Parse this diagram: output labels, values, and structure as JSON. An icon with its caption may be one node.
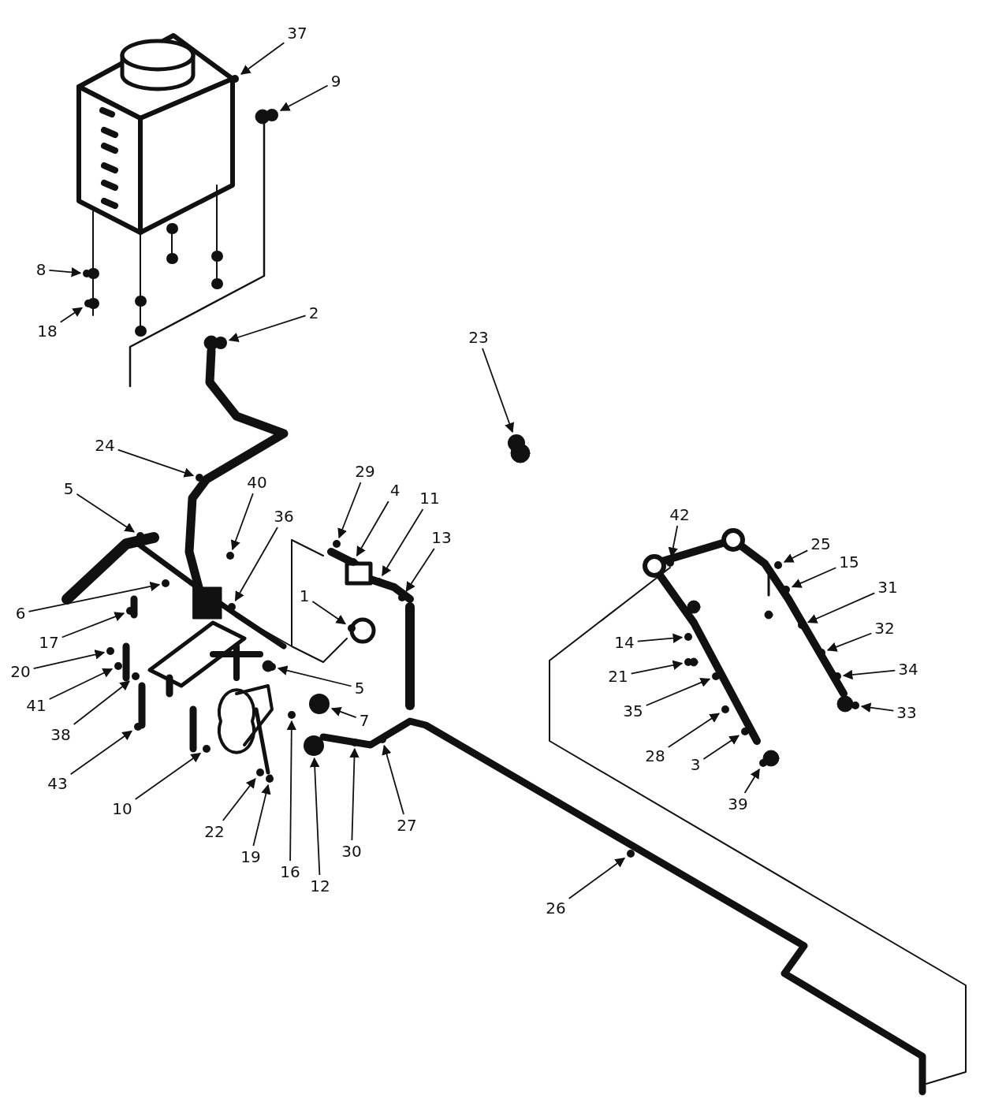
{
  "diagram": {
    "nodes": [
      {
        "text": [
          "37"
        ]
      },
      {
        "text": [
          "9"
        ]
      },
      {
        "text": [
          "8"
        ]
      },
      {
        "text": [
          "18"
        ]
      },
      {
        "text": [
          "2"
        ]
      },
      {
        "text": [
          "23"
        ]
      },
      {
        "text": [
          "24"
        ]
      },
      {
        "text": [
          "5"
        ]
      },
      {
        "text": [
          "40"
        ]
      },
      {
        "text": [
          "36"
        ]
      },
      {
        "text": [
          "29"
        ]
      },
      {
        "text": [
          "4"
        ]
      },
      {
        "text": [
          "11"
        ]
      },
      {
        "text": [
          "13"
        ]
      },
      {
        "text": [
          "42"
        ]
      },
      {
        "text": [
          "25"
        ]
      },
      {
        "text": [
          "15"
        ]
      },
      {
        "text": [
          "6"
        ]
      },
      {
        "text": [
          "1"
        ]
      },
      {
        "text": [
          "31"
        ]
      },
      {
        "text": [
          "17"
        ]
      },
      {
        "text": [
          "14"
        ]
      },
      {
        "text": [
          "32"
        ]
      },
      {
        "text": [
          "20"
        ]
      },
      {
        "text": [
          "21"
        ]
      },
      {
        "text": [
          "5"
        ]
      },
      {
        "text": [
          "34"
        ]
      },
      {
        "text": [
          "41"
        ]
      },
      {
        "text": [
          "35"
        ]
      },
      {
        "text": [
          "7"
        ]
      },
      {
        "text": [
          "33"
        ]
      },
      {
        "text": [
          "38"
        ]
      },
      {
        "text": [
          "28"
        ]
      },
      {
        "text": [
          "3"
        ]
      },
      {
        "text": [
          "43"
        ]
      },
      {
        "text": [
          "39"
        ]
      },
      {
        "text": [
          "10"
        ]
      },
      {
        "text": [
          "22"
        ]
      },
      {
        "text": [
          "27"
        ]
      },
      {
        "text": [
          "30"
        ]
      },
      {
        "text": [
          "19"
        ]
      },
      {
        "text": [
          "16"
        ]
      },
      {
        "text": [
          "12"
        ]
      },
      {
        "text": [
          "26"
        ]
      },
      {
        "text": [],
        "shape": "circle"
      },
      {
        "text": [],
        "shape": "circle"
      },
      {
        "text": [],
        "shape": "circle"
      },
      {
        "text": [],
        "shape": "circle"
      },
      {
        "text": [],
        "shape": "circle"
      },
      {
        "text": [],
        "shape": "circle"
      },
      {
        "text": [],
        "shape": "circle"
      },
      {
        "text": [],
        "shape": "circle"
      },
      {
        "text": [],
        "shape": "circle"
      },
      {
        "text": [],
        "shape": "circle"
      },
      {
        "text": [],
        "shape": "circle"
      },
      {
        "text": [],
        "shape": "circle"
      },
      {
        "text": [],
        "shape": "circle"
      },
      {
        "text": [],
        "shape": "circle"
      },
      {
        "text": [],
        "shape": "circle"
      },
      {
        "text": [],
        "shape": "circle"
      },
      {
        "text": [],
        "shape": "circle"
      },
      {
        "text": [],
        "shape": "circle"
      },
      {
        "text": [],
        "shape": "circle"
      },
      {
        "text": [],
        "shape": "circle"
      },
      {
        "text": [],
        "shape": "circle"
      },
      {
        "text": [],
        "shape": "circle"
      },
      {
        "text": [],
        "shape": "circle"
      },
      {
        "text": [],
        "shape": "circle"
      },
      {
        "text": [],
        "shape": "circle"
      },
      {
        "text": [],
        "shape": "circle"
      },
      {
        "text": [],
        "shape": "circle"
      },
      {
        "text": [],
        "shape": "circle"
      },
      {
        "text": [],
        "shape": "circle"
      },
      {
        "text": [],
        "shape": "circle"
      },
      {
        "text": [],
        "shape": "circle"
      },
      {
        "text": [],
        "shape": "circle"
      },
      {
        "text": [],
        "shape": "circle"
      },
      {
        "text": [],
        "shape": "circle"
      },
      {
        "text": [],
        "shape": "circle"
      },
      {
        "text": [],
        "shape": "circle"
      },
      {
        "text": [],
        "shape": "circle"
      },
      {
        "text": [],
        "shape": "circle"
      },
      {
        "text": [],
        "shape": "circle"
      },
      {
        "text": [],
        "shape": "circle"
      },
      {
        "text": [],
        "shape": "circle"
      },
      {
        "text": [],
        "shape": "circle"
      },
      {
        "text": [],
        "shape": "circle"
      },
      {
        "text": [],
        "shape": "circle"
      }
    ],
    "edges": [
      {
        "from": 0,
        "to": 44,
        "arrow": "to"
      },
      {
        "from": 1,
        "to": 45,
        "arrow": "to"
      },
      {
        "from": 2,
        "to": 46,
        "arrow": "to"
      },
      {
        "from": 3,
        "to": 47,
        "arrow": "to"
      },
      {
        "from": 4,
        "to": 48,
        "arrow": "to"
      },
      {
        "from": 5,
        "to": 49,
        "arrow": "to"
      },
      {
        "from": 6,
        "to": 50,
        "arrow": "to"
      },
      {
        "from": 7,
        "to": 51,
        "arrow": "to"
      },
      {
        "from": 8,
        "to": 52,
        "arrow": "to"
      },
      {
        "from": 9,
        "to": 53,
        "arrow": "to"
      },
      {
        "from": 10,
        "to": 54,
        "arrow": "to"
      },
      {
        "from": 11,
        "to": 55,
        "arrow": "to"
      },
      {
        "from": 12,
        "to": 56,
        "arrow": "to"
      },
      {
        "from": 13,
        "to": 57,
        "arrow": "to"
      },
      {
        "from": 14,
        "to": 58,
        "arrow": "to"
      },
      {
        "from": 15,
        "to": 59,
        "arrow": "to"
      },
      {
        "from": 16,
        "to": 60,
        "arrow": "to"
      },
      {
        "from": 17,
        "to": 61,
        "arrow": "to"
      },
      {
        "from": 18,
        "to": 62,
        "arrow": "to"
      },
      {
        "from": 19,
        "to": 63,
        "arrow": "to"
      },
      {
        "from": 20,
        "to": 64,
        "arrow": "to"
      },
      {
        "from": 21,
        "to": 65,
        "arrow": "to"
      },
      {
        "from": 22,
        "to": 66,
        "arrow": "to"
      },
      {
        "from": 23,
        "to": 67,
        "arrow": "to"
      },
      {
        "from": 24,
        "to": 68,
        "arrow": "to"
      },
      {
        "from": 25,
        "to": 69,
        "arrow": "to"
      },
      {
        "from": 26,
        "to": 70,
        "arrow": "to"
      },
      {
        "from": 27,
        "to": 71,
        "arrow": "to"
      },
      {
        "from": 28,
        "to": 72,
        "arrow": "to"
      },
      {
        "from": 29,
        "to": 73,
        "arrow": "to"
      },
      {
        "from": 30,
        "to": 74,
        "arrow": "to"
      },
      {
        "from": 31,
        "to": 75,
        "arrow": "to"
      },
      {
        "from": 32,
        "to": 76,
        "arrow": "to"
      },
      {
        "from": 33,
        "to": 77,
        "arrow": "to"
      },
      {
        "from": 34,
        "to": 78,
        "arrow": "to"
      },
      {
        "from": 35,
        "to": 79,
        "arrow": "to"
      },
      {
        "from": 36,
        "to": 80,
        "arrow": "to"
      },
      {
        "from": 37,
        "to": 81,
        "arrow": "to"
      },
      {
        "from": 38,
        "to": 82,
        "arrow": "to"
      },
      {
        "from": 39,
        "to": 83,
        "arrow": "to"
      },
      {
        "from": 40,
        "to": 84,
        "arrow": "to"
      },
      {
        "from": 41,
        "to": 85,
        "arrow": "to"
      },
      {
        "from": 42,
        "to": 86,
        "arrow": "to"
      },
      {
        "from": 43,
        "to": 87,
        "arrow": "to"
      }
    ]
  }
}
